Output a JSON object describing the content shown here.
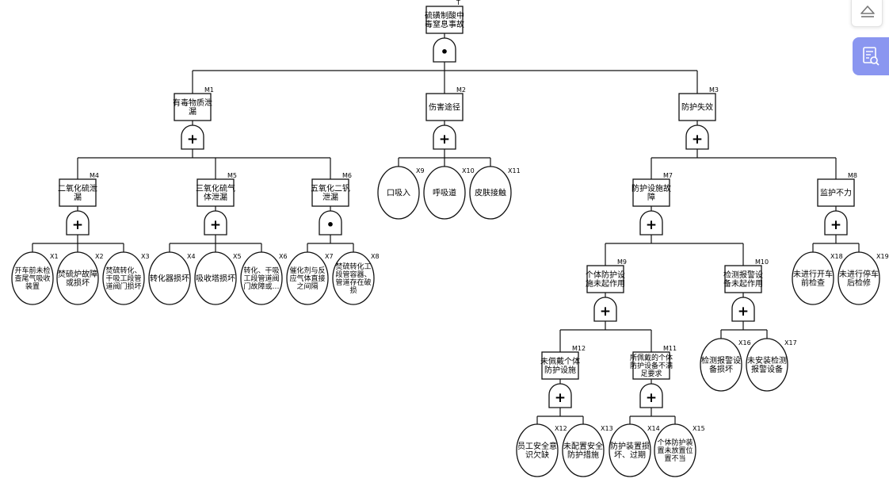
{
  "top_event": {
    "id": "T",
    "label": "硫磺制酸中毒窒息事故",
    "gate": "and"
  },
  "intermediate_events": [
    {
      "id": "M1",
      "label": "有毒物质泄漏",
      "gate": "or"
    },
    {
      "id": "M2",
      "label": "伤害途径",
      "gate": "or"
    },
    {
      "id": "M3",
      "label": "防护失效",
      "gate": "or"
    },
    {
      "id": "M4",
      "label": "二氧化硫泄漏",
      "gate": "or"
    },
    {
      "id": "M5",
      "label": "三氧化硫气体泄漏",
      "gate": "or"
    },
    {
      "id": "M6",
      "label": "五氧化二钒泄漏",
      "gate": "and"
    },
    {
      "id": "M7",
      "label": "防护设施故障",
      "gate": "or"
    },
    {
      "id": "M8",
      "label": "监护不力",
      "gate": "or"
    },
    {
      "id": "M9",
      "label": "个体防护设施未起作用",
      "gate": "or"
    },
    {
      "id": "M10",
      "label": "检测报警设备未起作用",
      "gate": "or"
    },
    {
      "id": "M12",
      "label": "未佩戴个体防护设施",
      "gate": "or"
    },
    {
      "id": "M11",
      "label": "所佩戴的个体防护设备不满足要求",
      "gate": "or"
    }
  ],
  "basic_events": [
    {
      "id": "X1",
      "label": "开车前未检查尾气吸收装置"
    },
    {
      "id": "X2",
      "label": "焚硫炉故障或损坏"
    },
    {
      "id": "X3",
      "label": "焚硫转化、干吸工段管道阀门损坏"
    },
    {
      "id": "X4",
      "label": "转化器损坏"
    },
    {
      "id": "X5",
      "label": "吸收塔损坏"
    },
    {
      "id": "X6",
      "label": "转化、干吸工段管道阀门故障或…"
    },
    {
      "id": "X7",
      "label": "催化剂与反应气体直接之间隔"
    },
    {
      "id": "X8",
      "label": "焚硫转化工段管容器、管道存在破损"
    },
    {
      "id": "X9",
      "label": "口吸入"
    },
    {
      "id": "X10",
      "label": "呼吸道"
    },
    {
      "id": "X11",
      "label": "皮肤接触"
    },
    {
      "id": "X12",
      "label": "员工安全意识欠缺"
    },
    {
      "id": "X13",
      "label": "未配置安全防护措施"
    },
    {
      "id": "X14",
      "label": "防护装置损坏、过期"
    },
    {
      "id": "X15",
      "label": "个体防护装置未放置位置不当"
    },
    {
      "id": "X16",
      "label": "检测报警设备损坏"
    },
    {
      "id": "X17",
      "label": "未安装检测报警设备"
    },
    {
      "id": "X18",
      "label": "未进行开车前检查"
    },
    {
      "id": "X19",
      "label": "未进行停车后检修"
    }
  ],
  "gate_symbols": {
    "and": "•",
    "or": "+"
  },
  "side_buttons": [
    {
      "icon": "eject-icon"
    },
    {
      "icon": "document-search-icon"
    }
  ]
}
